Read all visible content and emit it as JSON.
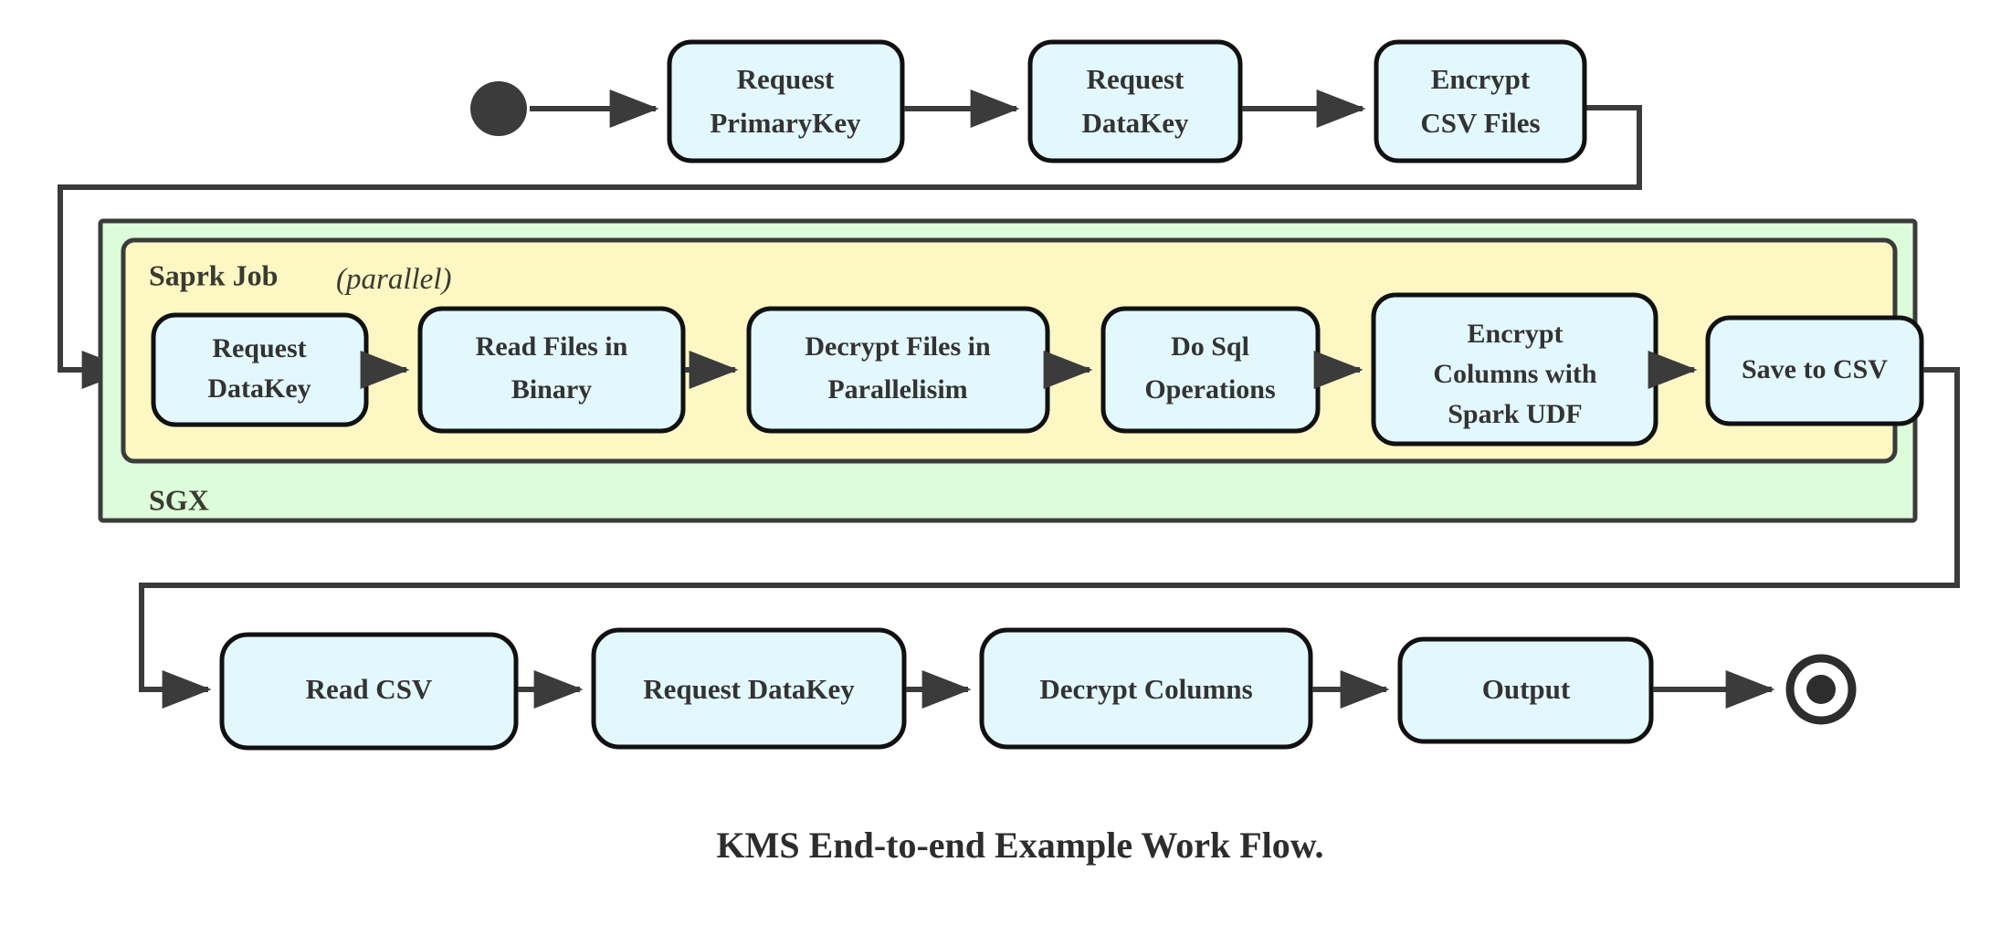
{
  "diagram": {
    "title": "KMS End-to-end Example Work Flow.",
    "type": "activity-flowchart",
    "colors": {
      "node_fill": "#e3f8fd",
      "node_stroke": "#111111",
      "sgx_fill": "#ddfcd9",
      "spark_fill": "#fdf7c3",
      "edge": "#3b3b3b",
      "text": "#333333",
      "background": "#ffffff"
    },
    "start_node": {
      "name": "start",
      "shape": "filled-circle"
    },
    "end_node": {
      "name": "end",
      "shape": "bullseye-circle"
    },
    "rows": {
      "top": {
        "name": "pre-processing-row",
        "nodes": [
          {
            "id": "request-primarykey",
            "lines": [
              "Request",
              "PrimaryKey"
            ]
          },
          {
            "id": "request-datakey-top",
            "lines": [
              "Request",
              "DataKey"
            ]
          },
          {
            "id": "encrypt-csv-files",
            "lines": [
              "Encrypt",
              "CSV Files"
            ]
          }
        ]
      },
      "middle": {
        "name": "spark-job-row",
        "outer_container_label": "SGX",
        "inner_container_label": "Saprk Job",
        "inner_container_modifier": "(parallel)",
        "inner_container_modifier_open": "(",
        "inner_container_modifier_word": "parallel",
        "inner_container_modifier_close": ")",
        "nodes": [
          {
            "id": "request-datakey-spark",
            "lines": [
              "Request",
              "DataKey"
            ]
          },
          {
            "id": "read-files-in-binary",
            "lines": [
              "Read Files in",
              "Binary"
            ]
          },
          {
            "id": "decrypt-files-in-parallelisim",
            "lines": [
              "Decrypt Files in",
              "Parallelisim"
            ]
          },
          {
            "id": "do-sql-operations",
            "lines": [
              "Do Sql",
              "Operations"
            ]
          },
          {
            "id": "encrypt-columns-with-spark-udf",
            "lines": [
              "Encrypt",
              "Columns with",
              "Spark UDF"
            ]
          },
          {
            "id": "save-to-csv",
            "lines": [
              "Save to CSV"
            ]
          }
        ]
      },
      "bottom": {
        "name": "post-processing-row",
        "nodes": [
          {
            "id": "read-csv",
            "lines": [
              "Read CSV"
            ]
          },
          {
            "id": "request-datakey-bottom",
            "lines": [
              "Request DataKey"
            ]
          },
          {
            "id": "decrypt-columns",
            "lines": [
              "Decrypt Columns"
            ]
          },
          {
            "id": "output",
            "lines": [
              "Output"
            ]
          }
        ]
      }
    }
  }
}
